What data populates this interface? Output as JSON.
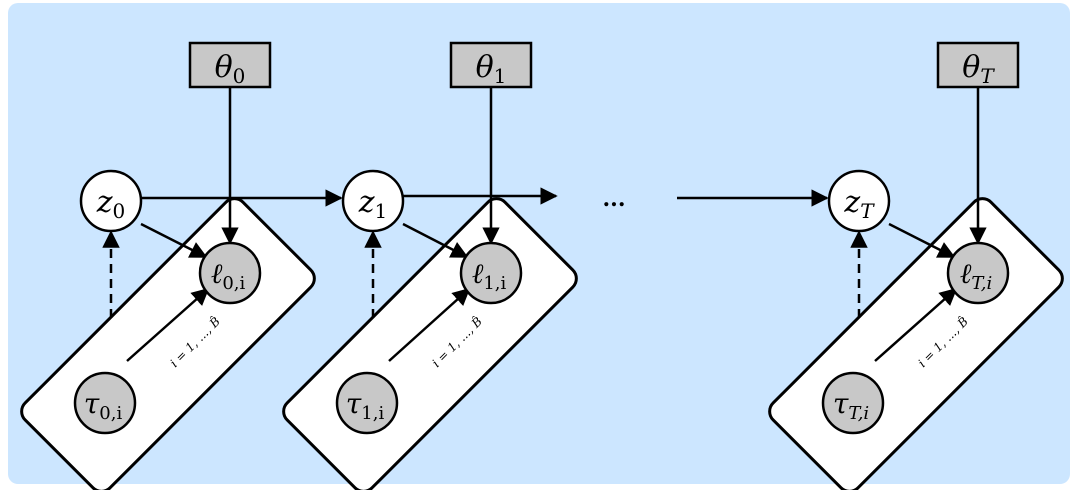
{
  "colors": {
    "background": "#cce6ff",
    "node_observed": "#c8c8c8",
    "node_latent": "#ffffff",
    "param_box": "#c8c8c8",
    "stroke": "#000000"
  },
  "ellipsis": "...",
  "stages": [
    {
      "param": {
        "base": "θ",
        "sub": "0"
      },
      "latent": {
        "base": "z",
        "sub": "0"
      },
      "loss": {
        "base": "ℓ",
        "sub": "0,i"
      },
      "traj": {
        "base": "τ",
        "sub": "0,i"
      },
      "plate_label": "i = 1, ..., B̂"
    },
    {
      "param": {
        "base": "θ",
        "sub": "1"
      },
      "latent": {
        "base": "z",
        "sub": "1"
      },
      "loss": {
        "base": "ℓ",
        "sub": "1,i"
      },
      "traj": {
        "base": "τ",
        "sub": "1,i"
      },
      "plate_label": "i = 1, ..., B̂"
    },
    {
      "param": {
        "base": "θ",
        "sub": "T"
      },
      "latent": {
        "base": "z",
        "sub": "T"
      },
      "loss": {
        "base": "ℓ",
        "sub": "T,i"
      },
      "traj": {
        "base": "τ",
        "sub": "T,i"
      },
      "plate_label": "i = 1, ..., B̂"
    }
  ]
}
